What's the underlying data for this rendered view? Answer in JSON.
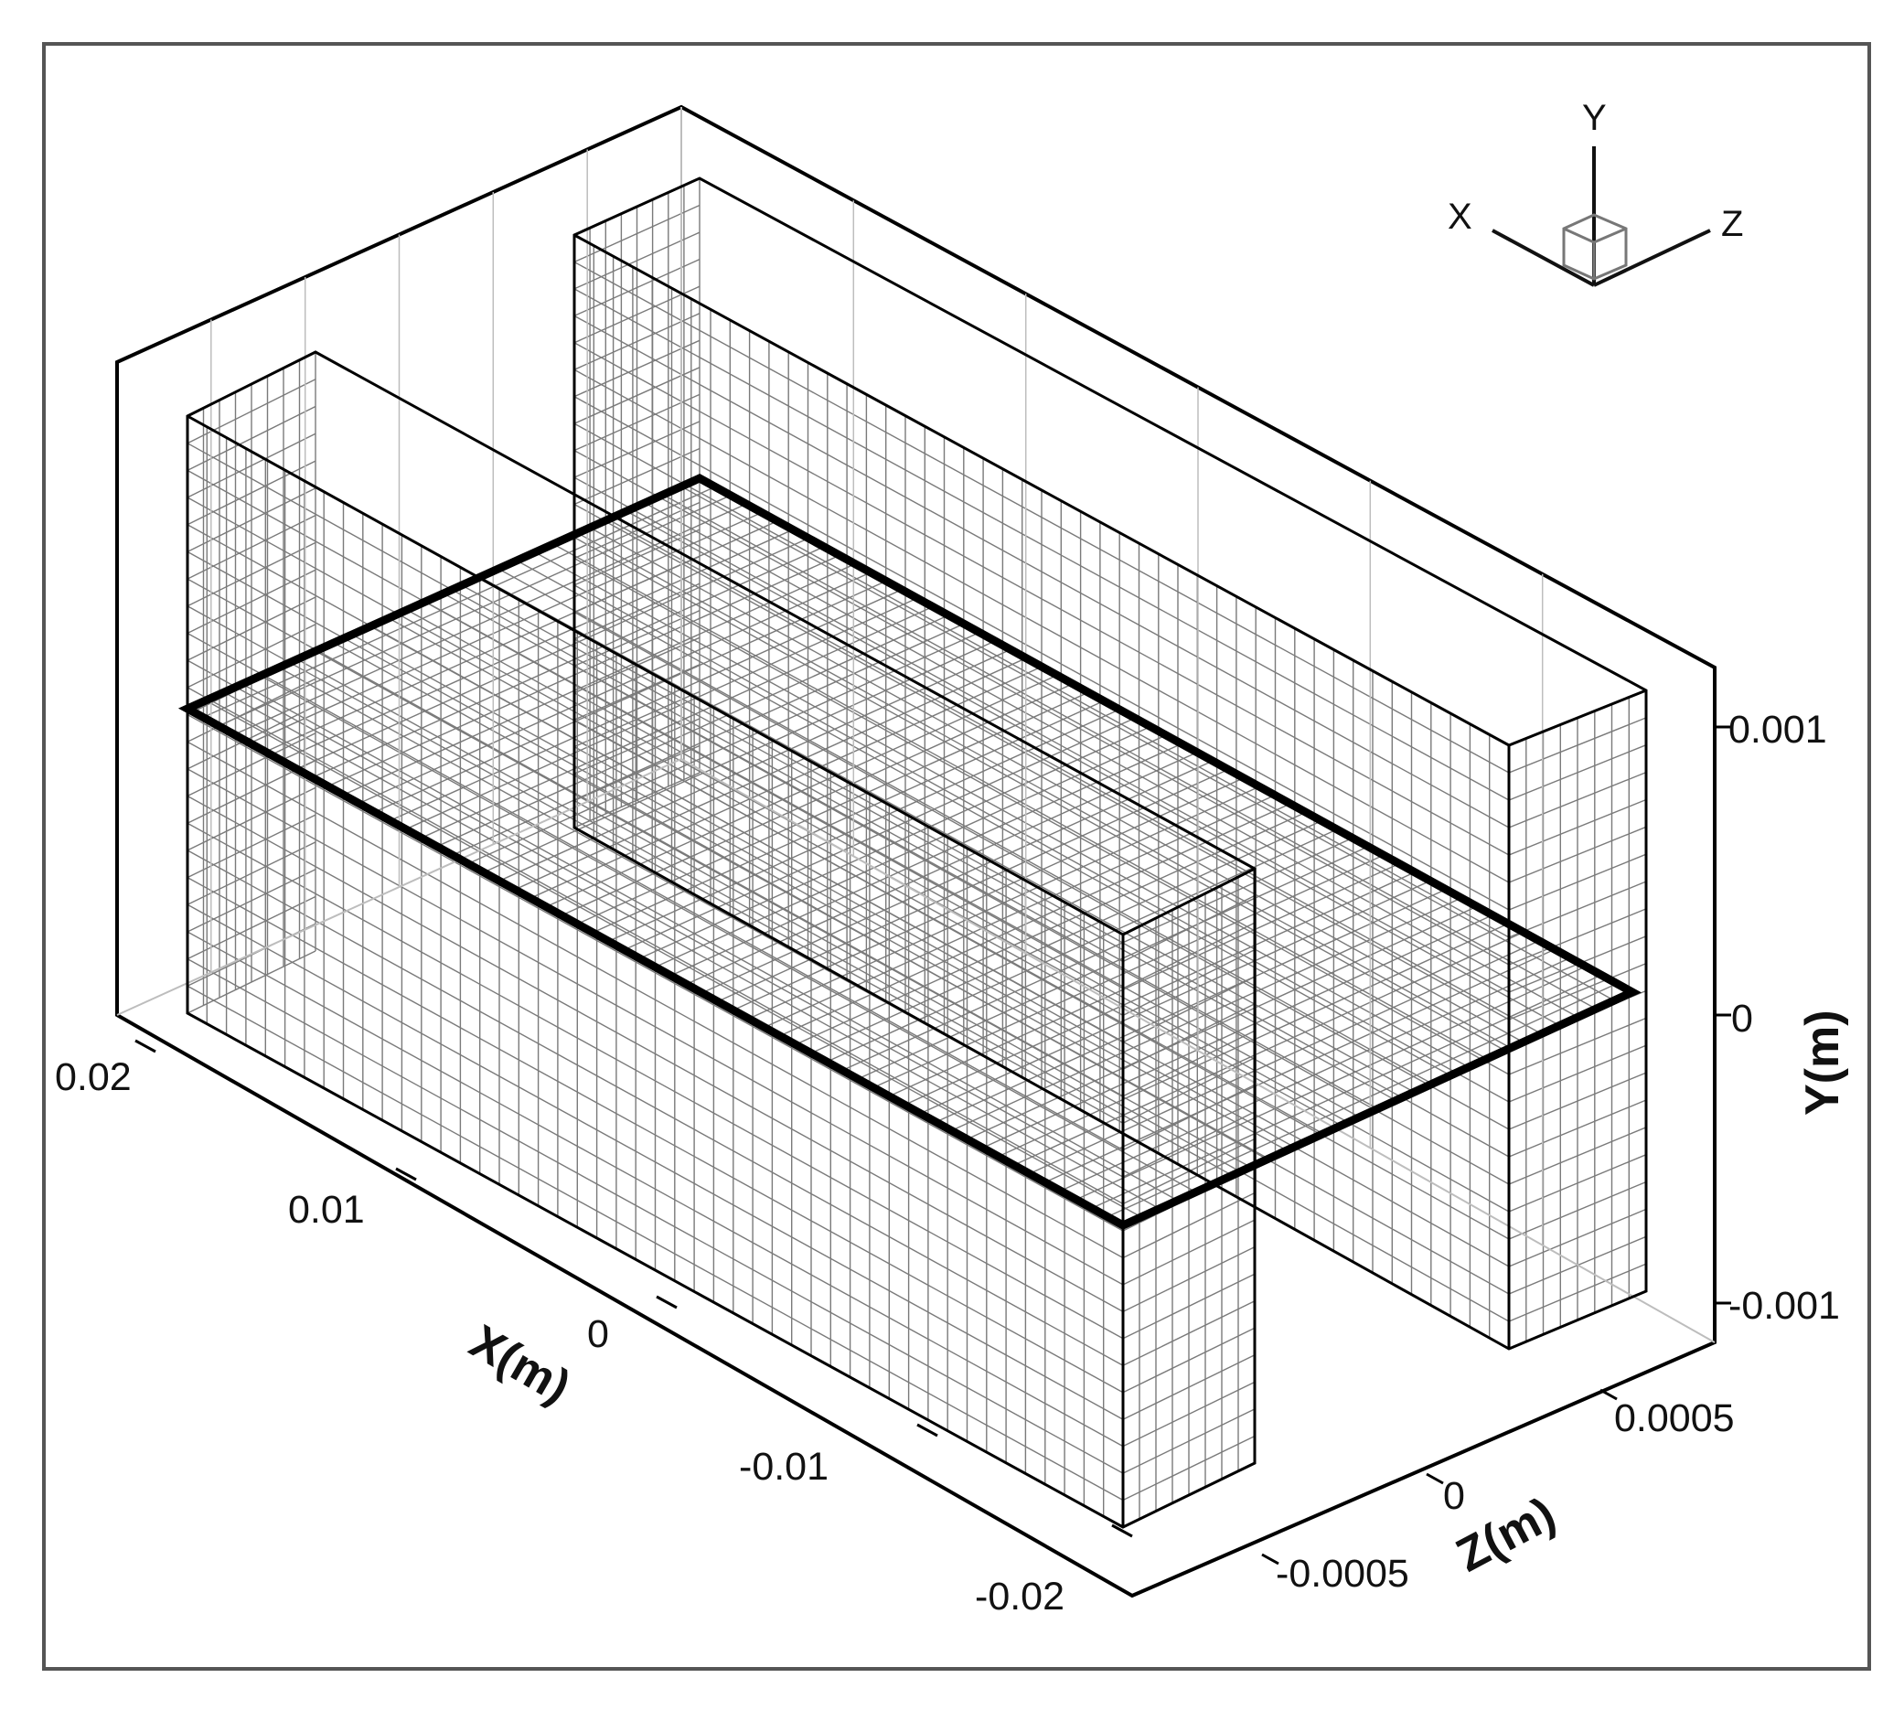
{
  "figure": {
    "triad": {
      "x_label": "X",
      "y_label": "Y",
      "z_label": "Z"
    },
    "axes": {
      "x": {
        "title": "X(m)",
        "ticks": [
          "0.02",
          "0.01",
          "0",
          "-0.01",
          "-0.02"
        ]
      },
      "y": {
        "title": "Y(m)",
        "ticks": [
          "0.001",
          "0",
          "-0.001"
        ]
      },
      "z": {
        "title": "Z(m)",
        "ticks": [
          "0.0005",
          "0",
          "-0.0005"
        ]
      }
    },
    "colors": {
      "mesh": "#7a7a7a",
      "edge": "#000000",
      "frame": "#444444",
      "grid": "#bdbdbd"
    }
  }
}
